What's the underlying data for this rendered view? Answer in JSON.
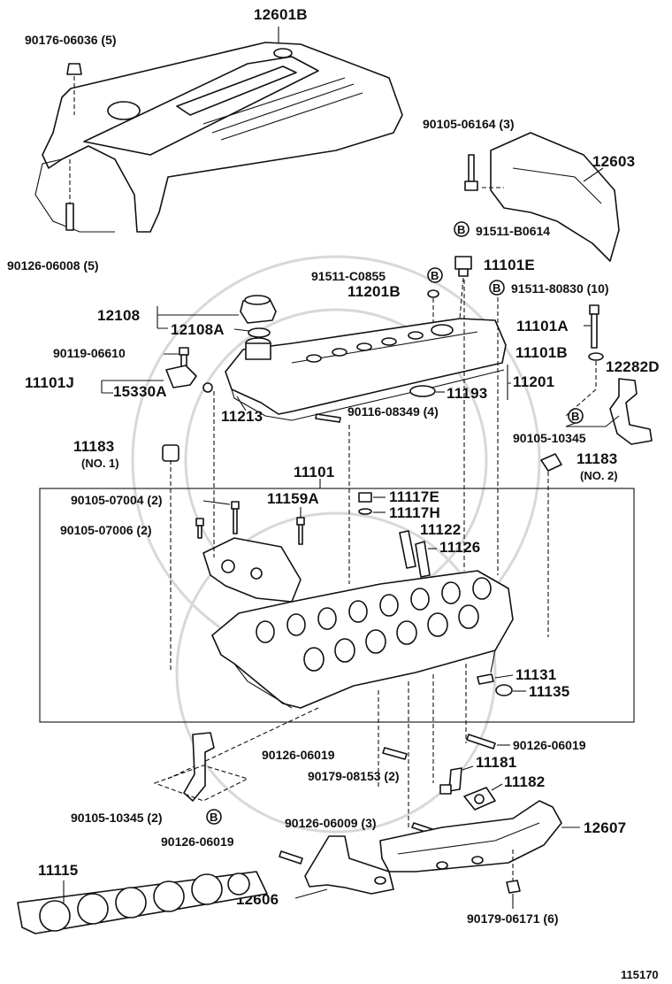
{
  "diagram_id": "115170",
  "circle_marker": "B",
  "labels": {
    "p12601B": "12601B",
    "p90176_06036": "90176-06036 (5)",
    "p90126_06008": "90126-06008 (5)",
    "p90105_06164": "90105-06164 (3)",
    "p12603": "12603",
    "p91511_B0614": "91511-B0614",
    "p91511_C0855": "91511-C0855",
    "p11101E": "11101E",
    "p11201B": "11201B",
    "p91511_80830": "91511-80830 (10)",
    "p12108": "12108",
    "p12108A": "12108A",
    "p11101A": "11101A",
    "p90119_06610": "90119-06610",
    "p11101B": "11101B",
    "p12282D": "12282D",
    "p11101J": "11101J",
    "p15330A": "15330A",
    "p11193": "11193",
    "p11201": "11201",
    "p11213": "11213",
    "p90116_08349": "90116-08349 (4)",
    "p90105_10345_top": "90105-10345",
    "p11183_a": "11183",
    "p11183_a_note": "(NO. 1)",
    "p11183_b": "11183",
    "p11183_b_note": "(NO. 2)",
    "p11101": "11101",
    "p90105_07004": "90105-07004 (2)",
    "p11159A": "11159A",
    "p11117E": "11117E",
    "p11117H": "11117H",
    "p90105_07006": "90105-07006 (2)",
    "p11122": "11122",
    "p11126": "11126",
    "p11131": "11131",
    "p11135": "11135",
    "p90126_06019_a": "90126-06019",
    "p90126_06019_b": "90126-06019",
    "p11181": "11181",
    "p90179_08153": "90179-08153 (2)",
    "p11182": "11182",
    "p90105_10345_bot": "90105-10345 (2)",
    "p90126_06009": "90126-06009 (3)",
    "p12607": "12607",
    "p90126_06019_c": "90126-06019",
    "p11115": "11115",
    "p12606": "12606",
    "p90179_06171": "90179-06171 (6)"
  }
}
